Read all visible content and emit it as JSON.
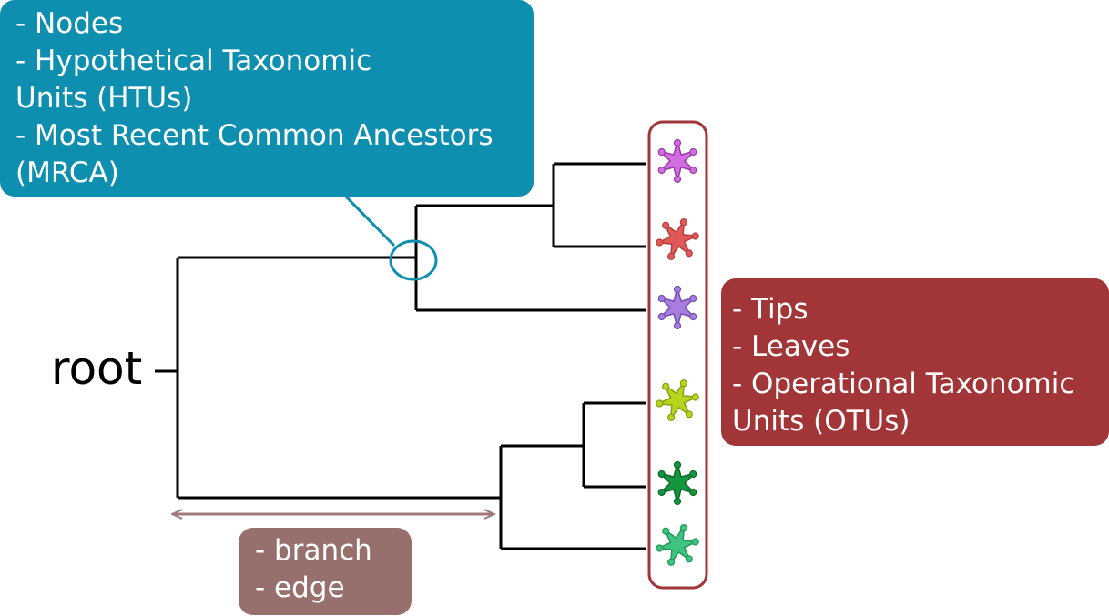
{
  "root_label": "root",
  "nodes_box": {
    "lines": [
      "- Nodes",
      "- Hypothetical Taxonomic",
      "Units (HTUs)",
      "- Most Recent Common Ancestors",
      "(MRCA)"
    ],
    "color": "#0e8fb0"
  },
  "tips_box": {
    "lines": [
      "- Tips",
      "- Leaves",
      "- Operational Taxonomic",
      "Units (OTUs)"
    ],
    "color": "#a23538"
  },
  "branch_box": {
    "lines": [
      "- branch",
      "- edge"
    ],
    "color": "#97706e"
  },
  "colors": {
    "tree_line": "#000000",
    "node_circle": "#0e8fb0",
    "tip_frame": "#a23538",
    "branch_arrow": "#a07a78"
  },
  "tips": [
    {
      "color": "#d36ee0",
      "outline": "#9a3aa8"
    },
    {
      "color": "#e05a5a",
      "outline": "#b83c3c"
    },
    {
      "color": "#a77ee0",
      "outline": "#7350b0"
    },
    {
      "color": "#b6d51e",
      "outline": "#86a010"
    },
    {
      "color": "#14963e",
      "outline": "#0b6b2a"
    },
    {
      "color": "#3fc380",
      "outline": "#20985a"
    }
  ]
}
